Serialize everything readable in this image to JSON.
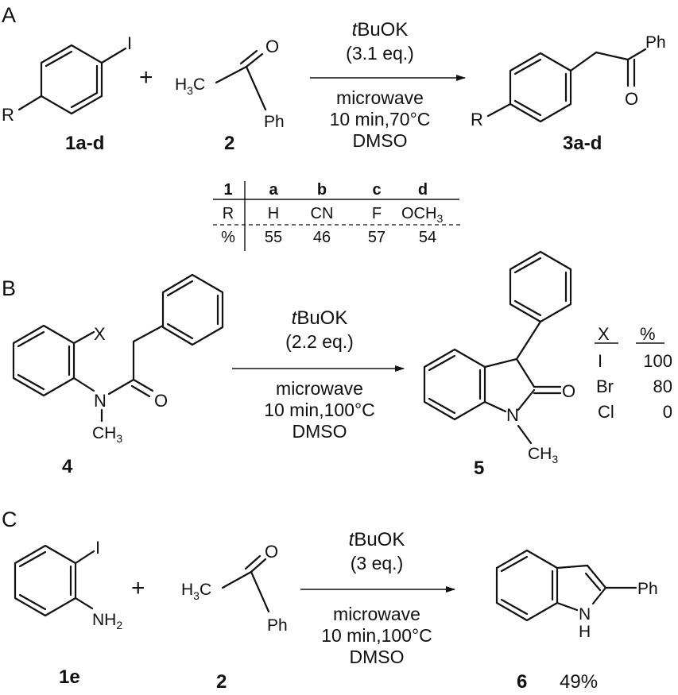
{
  "panel_labels": {
    "a": "A",
    "b": "B",
    "c": "C"
  },
  "scheme_a": {
    "reactant1": {
      "iodo": "I",
      "substituent": "R",
      "label": "1a-d"
    },
    "plus": "+",
    "reactant2": {
      "carbonyl_o": "O",
      "methyl": "H",
      "methyl_sub": "3",
      "methyl_c": "C",
      "phenyl": "Ph",
      "label": "2"
    },
    "conditions_above": {
      "base_italic": "t",
      "base": "BuOK",
      "equiv": "(3.1 eq.)"
    },
    "conditions_below": [
      "microwave",
      "10 min,70°C",
      "DMSO"
    ],
    "product": {
      "phenyl": "Ph",
      "carbonyl_o": "O",
      "substituent": "R",
      "label": "3a-d"
    }
  },
  "yield_table": {
    "headers": [
      "1",
      "a",
      "b",
      "c",
      "d"
    ],
    "rows": [
      [
        "R",
        "H",
        "CN",
        "F",
        "OCH3"
      ],
      [
        "%",
        "55",
        "46",
        "57",
        "54"
      ]
    ],
    "och_main": "OCH",
    "och_sub": "3"
  },
  "scheme_b": {
    "reactant": {
      "halogen": "X",
      "nitrogen": "N",
      "carbonyl_o": "O",
      "methyl": "CH",
      "methyl_sub": "3",
      "label": "4"
    },
    "conditions_above": {
      "base_italic": "t",
      "base": "BuOK",
      "equiv": "(2.2 eq.)"
    },
    "conditions_below": [
      "microwave",
      "10 min,100°C",
      "DMSO"
    ],
    "product": {
      "carbonyl_o": "O",
      "nitrogen": "N",
      "methyl": "CH",
      "methyl_sub": "3",
      "label": "5"
    },
    "halogen_table": {
      "headers": [
        "X",
        "%"
      ],
      "rows": [
        [
          "I",
          "100"
        ],
        [
          "Br",
          "80"
        ],
        [
          "Cl",
          "0"
        ]
      ]
    }
  },
  "scheme_c": {
    "reactant1": {
      "iodo": "I",
      "amine": "NH",
      "amine_sub": "2",
      "label": "1e"
    },
    "plus": "+",
    "reactant2": {
      "carbonyl_o": "O",
      "methyl": "H",
      "methyl_sub": "3",
      "methyl_c": "C",
      "phenyl": "Ph",
      "label": "2"
    },
    "conditions_above": {
      "base_italic": "t",
      "base": "BuOK",
      "equiv": "(3 eq.)"
    },
    "conditions_below": [
      "microwave",
      "10 min,100°C",
      "DMSO"
    ],
    "product": {
      "phenyl": "Ph",
      "nh_n": "N",
      "nh_h": "H",
      "label": "6",
      "yield": "49%"
    }
  }
}
